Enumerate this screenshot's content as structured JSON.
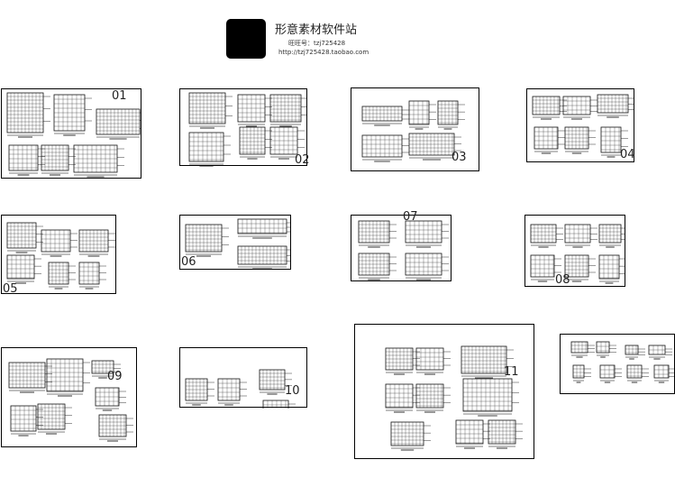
{
  "header": {
    "title": "形意素材软件站",
    "wangwang": "旺旺号：tzj725428",
    "url": "http://tzj725428.taobao.com"
  },
  "sheets": [
    "01",
    "02",
    "03",
    "04",
    "05",
    "06",
    "07",
    "08",
    "09",
    "10",
    "11",
    ""
  ]
}
